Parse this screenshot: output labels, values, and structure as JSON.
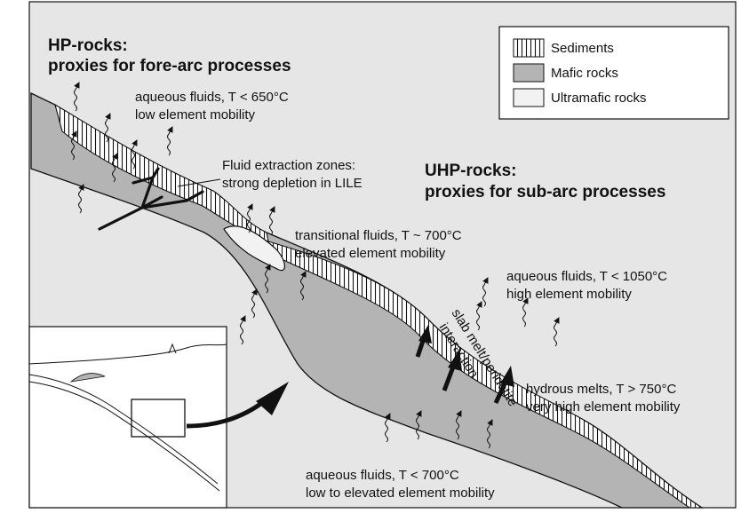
{
  "colors": {
    "background": "#e6e6e6",
    "mafic": "#b4b4b4",
    "ultramafic": "#f2f2f2",
    "sediment_fill": "#ffffff",
    "ink": "#111111"
  },
  "titles": {
    "hp_line1": "HP-rocks:",
    "hp_line2": "proxies for fore-arc processes",
    "uhp_line1": "UHP-rocks:",
    "uhp_line2": "proxies for sub-arc processes"
  },
  "legend": {
    "sediments": "Sediments",
    "mafic": "Mafic rocks",
    "ultramafic": "Ultramafic rocks"
  },
  "labels": {
    "aq650_l1": "aqueous fluids, T < 650°C",
    "aq650_l2": "low element mobility",
    "fez_l1": "Fluid extraction zones:",
    "fez_l2": "strong depletion in LILE",
    "trans_l1": "transitional fluids, T ~ 700°C",
    "trans_l2": "elevated element mobility",
    "aq1050_l1": "aqueous fluids, T < 1050°C",
    "aq1050_l2": "high element mobility",
    "slab_l1": "slab melt/peridotite",
    "slab_l2": "interaction",
    "hyd_l1": "hydrous melts, T > 750°C",
    "hyd_l2": "very high element mobility",
    "aq700_l1": "aqueous fluids, T < 700°C",
    "aq700_l2": "low to elevated element mobility"
  }
}
